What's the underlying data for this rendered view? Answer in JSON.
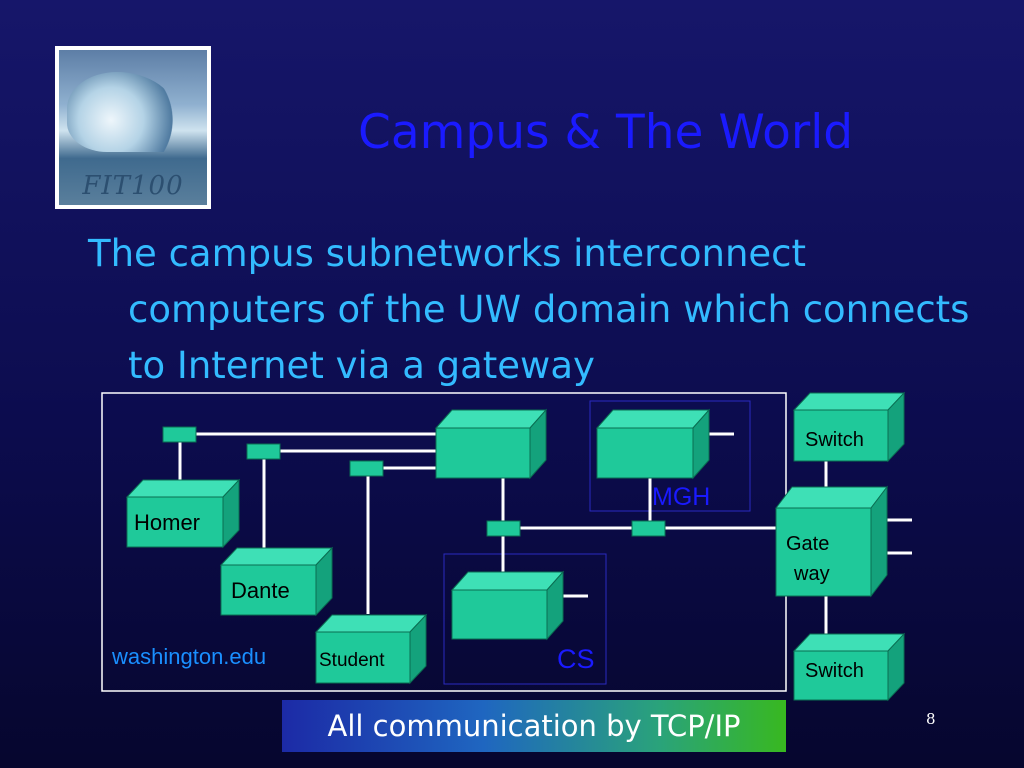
{
  "slide": {
    "title": "Campus & The World",
    "logo_text": "FIT100",
    "body": "The campus subnetworks interconnect computers of the UW domain which connects to Internet via a gateway",
    "footer": "All communication by TCP/IP",
    "page_number": "8"
  },
  "diagram": {
    "domain_label": "washington.edu",
    "nodes": {
      "homer": "Homer",
      "dante": "Dante",
      "student": "Student",
      "cs": "CS",
      "mgh": "MGH",
      "gateway_line1": "Gate",
      "gateway_line2": "way",
      "switch_top": "Switch",
      "switch_bottom": "Switch"
    },
    "colors": {
      "box_face": "#1fc99a",
      "box_top": "#3ee0b6",
      "box_side": "#14a27c",
      "wire": "#ffffff",
      "label": "#1a1aff",
      "dark_text": "#000000"
    }
  }
}
